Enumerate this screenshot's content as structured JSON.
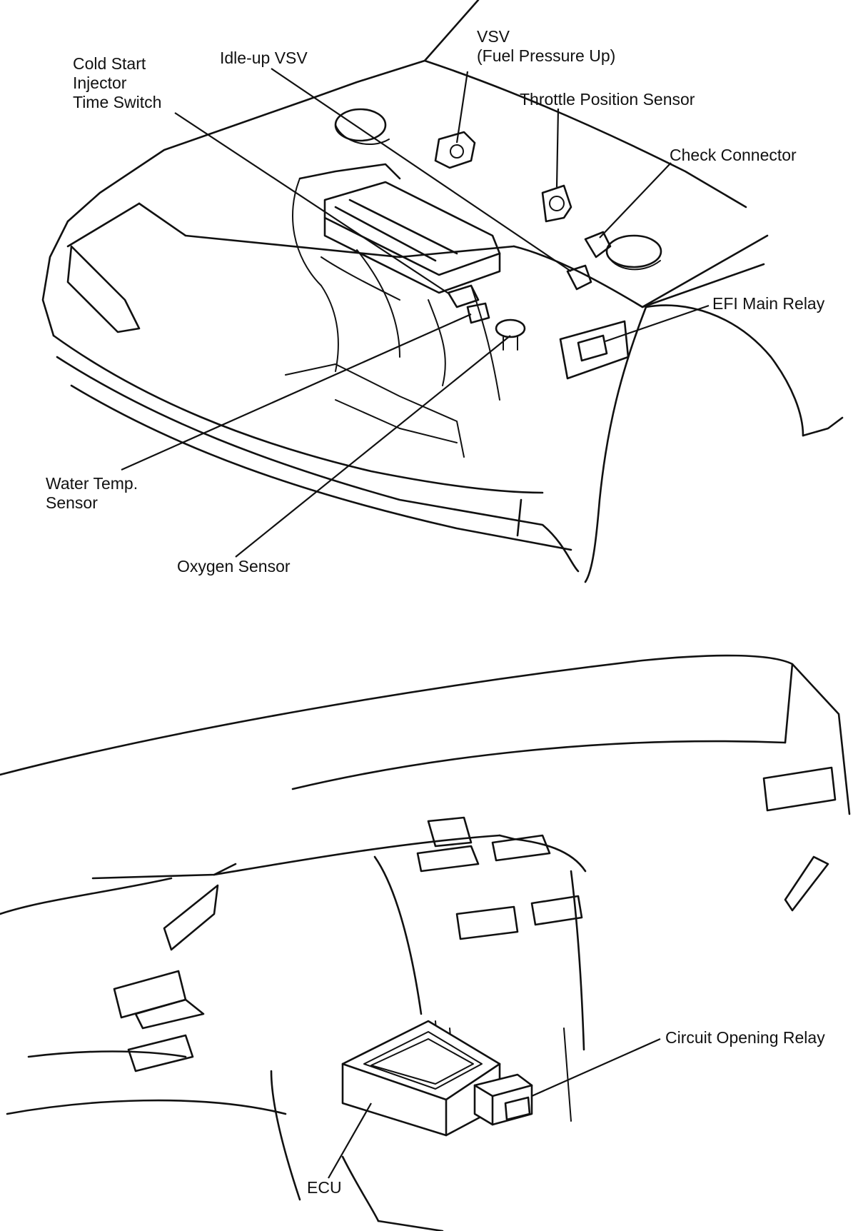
{
  "engine_bay": {
    "labels": {
      "cold_start_injector_time_switch": "Cold Start\nInjector\nTime Switch",
      "idle_up_vsv": "Idle-up VSV",
      "vsv_fuel_pressure_up": "VSV\n(Fuel Pressure Up)",
      "throttle_position_sensor": "Throttle Position Sensor",
      "check_connector": "Check Connector",
      "efi_main_relay": "EFI Main Relay",
      "water_temp_sensor": "Water Temp.\nSensor",
      "oxygen_sensor": "Oxygen Sensor"
    }
  },
  "dashboard": {
    "labels": {
      "circuit_opening_relay": "Circuit Opening Relay",
      "ecu": "ECU"
    }
  }
}
